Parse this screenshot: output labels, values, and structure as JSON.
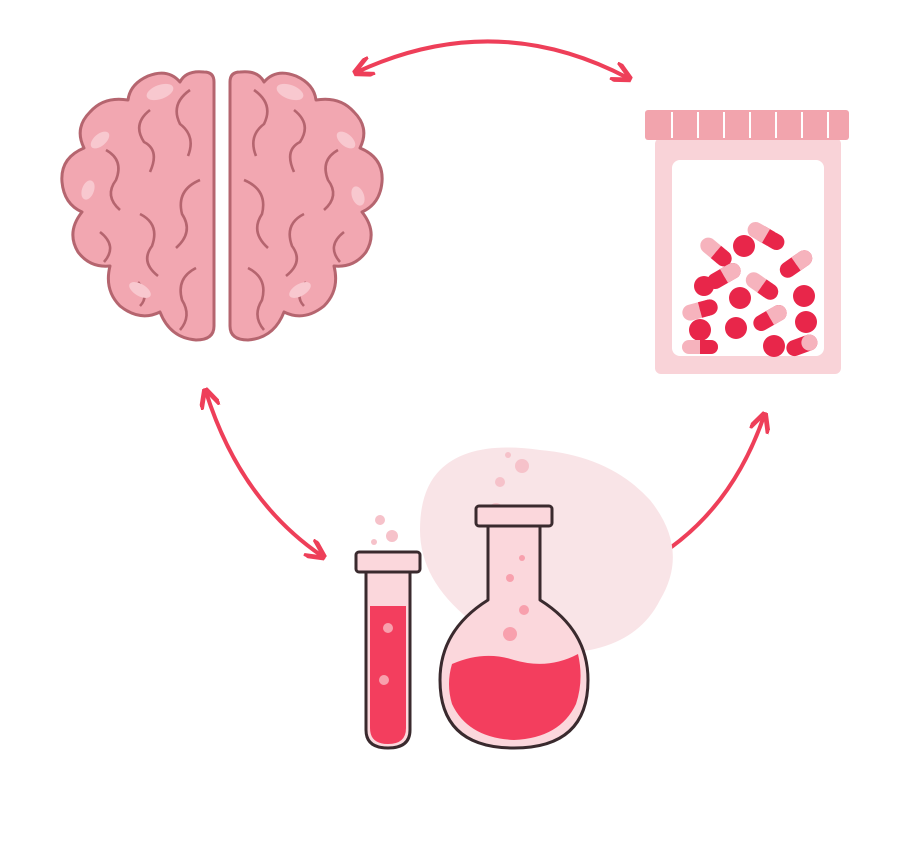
{
  "diagram": {
    "nodes": [
      {
        "id": "brain",
        "icon": "brain-icon"
      },
      {
        "id": "pill-jar",
        "icon": "pill-jar-icon"
      },
      {
        "id": "lab",
        "icon": "lab-glassware-icon"
      }
    ],
    "edges": [
      {
        "from": "brain",
        "to": "pill-jar",
        "style": "double-arrow"
      },
      {
        "from": "brain",
        "to": "lab",
        "style": "double-arrow"
      },
      {
        "from": "pill-jar",
        "to": "lab",
        "style": "double-arrow"
      }
    ]
  },
  "colors": {
    "arrow": "#ee3f59",
    "outline": "#b5656f",
    "brain_fill": "#f2a7b1",
    "brain_highlight": "#f8c8cf",
    "jar_fill": "#f9d3d8",
    "jar_lid": "#f2a4ad",
    "pill_red": "#e8264a",
    "pill_pink": "#f6b3bd",
    "liquid": "#f33e5e",
    "glass": "#fbd7dc",
    "blob": "#f9e4e7"
  }
}
